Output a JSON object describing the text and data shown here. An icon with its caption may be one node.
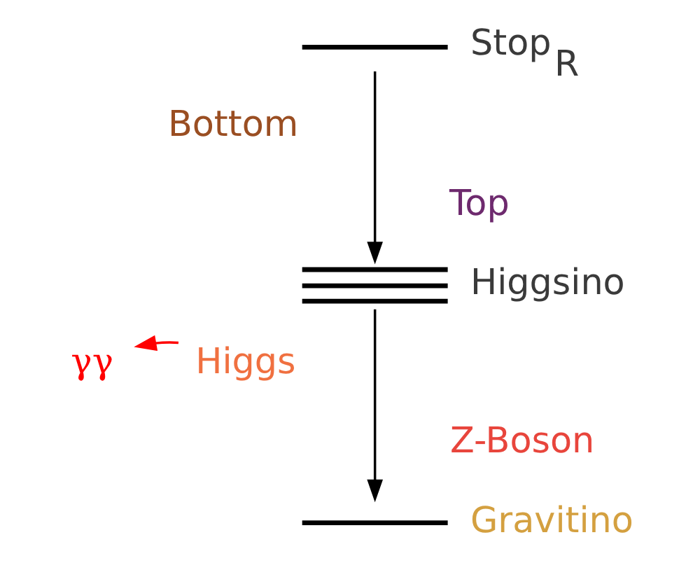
{
  "diagram": {
    "nodes": [
      {
        "text": [],
        "shape": "bar",
        "beside": [
          "Stop$_{R}$"
        ]
      },
      {
        "text": [],
        "shape": "bar",
        "beside": [
          "Higgsino"
        ]
      },
      {
        "text": [],
        "shape": "bar",
        "beside": [
          "Gravitino"
        ]
      },
      {
        "text": [
          "Higgs"
        ]
      },
      {
        "text": [
          "γγ"
        ]
      }
    ],
    "edges": [
      {
        "from": 0,
        "to": 1,
        "arrow": "to"
      },
      {
        "from": 1,
        "to": 2,
        "arrow": "to"
      },
      {
        "from": 3,
        "to": 4,
        "arrow": "to",
        "color": "#ff0000"
      }
    ],
    "labels": [
      "Bottom",
      "Top",
      "Z-Boson"
    ]
  }
}
